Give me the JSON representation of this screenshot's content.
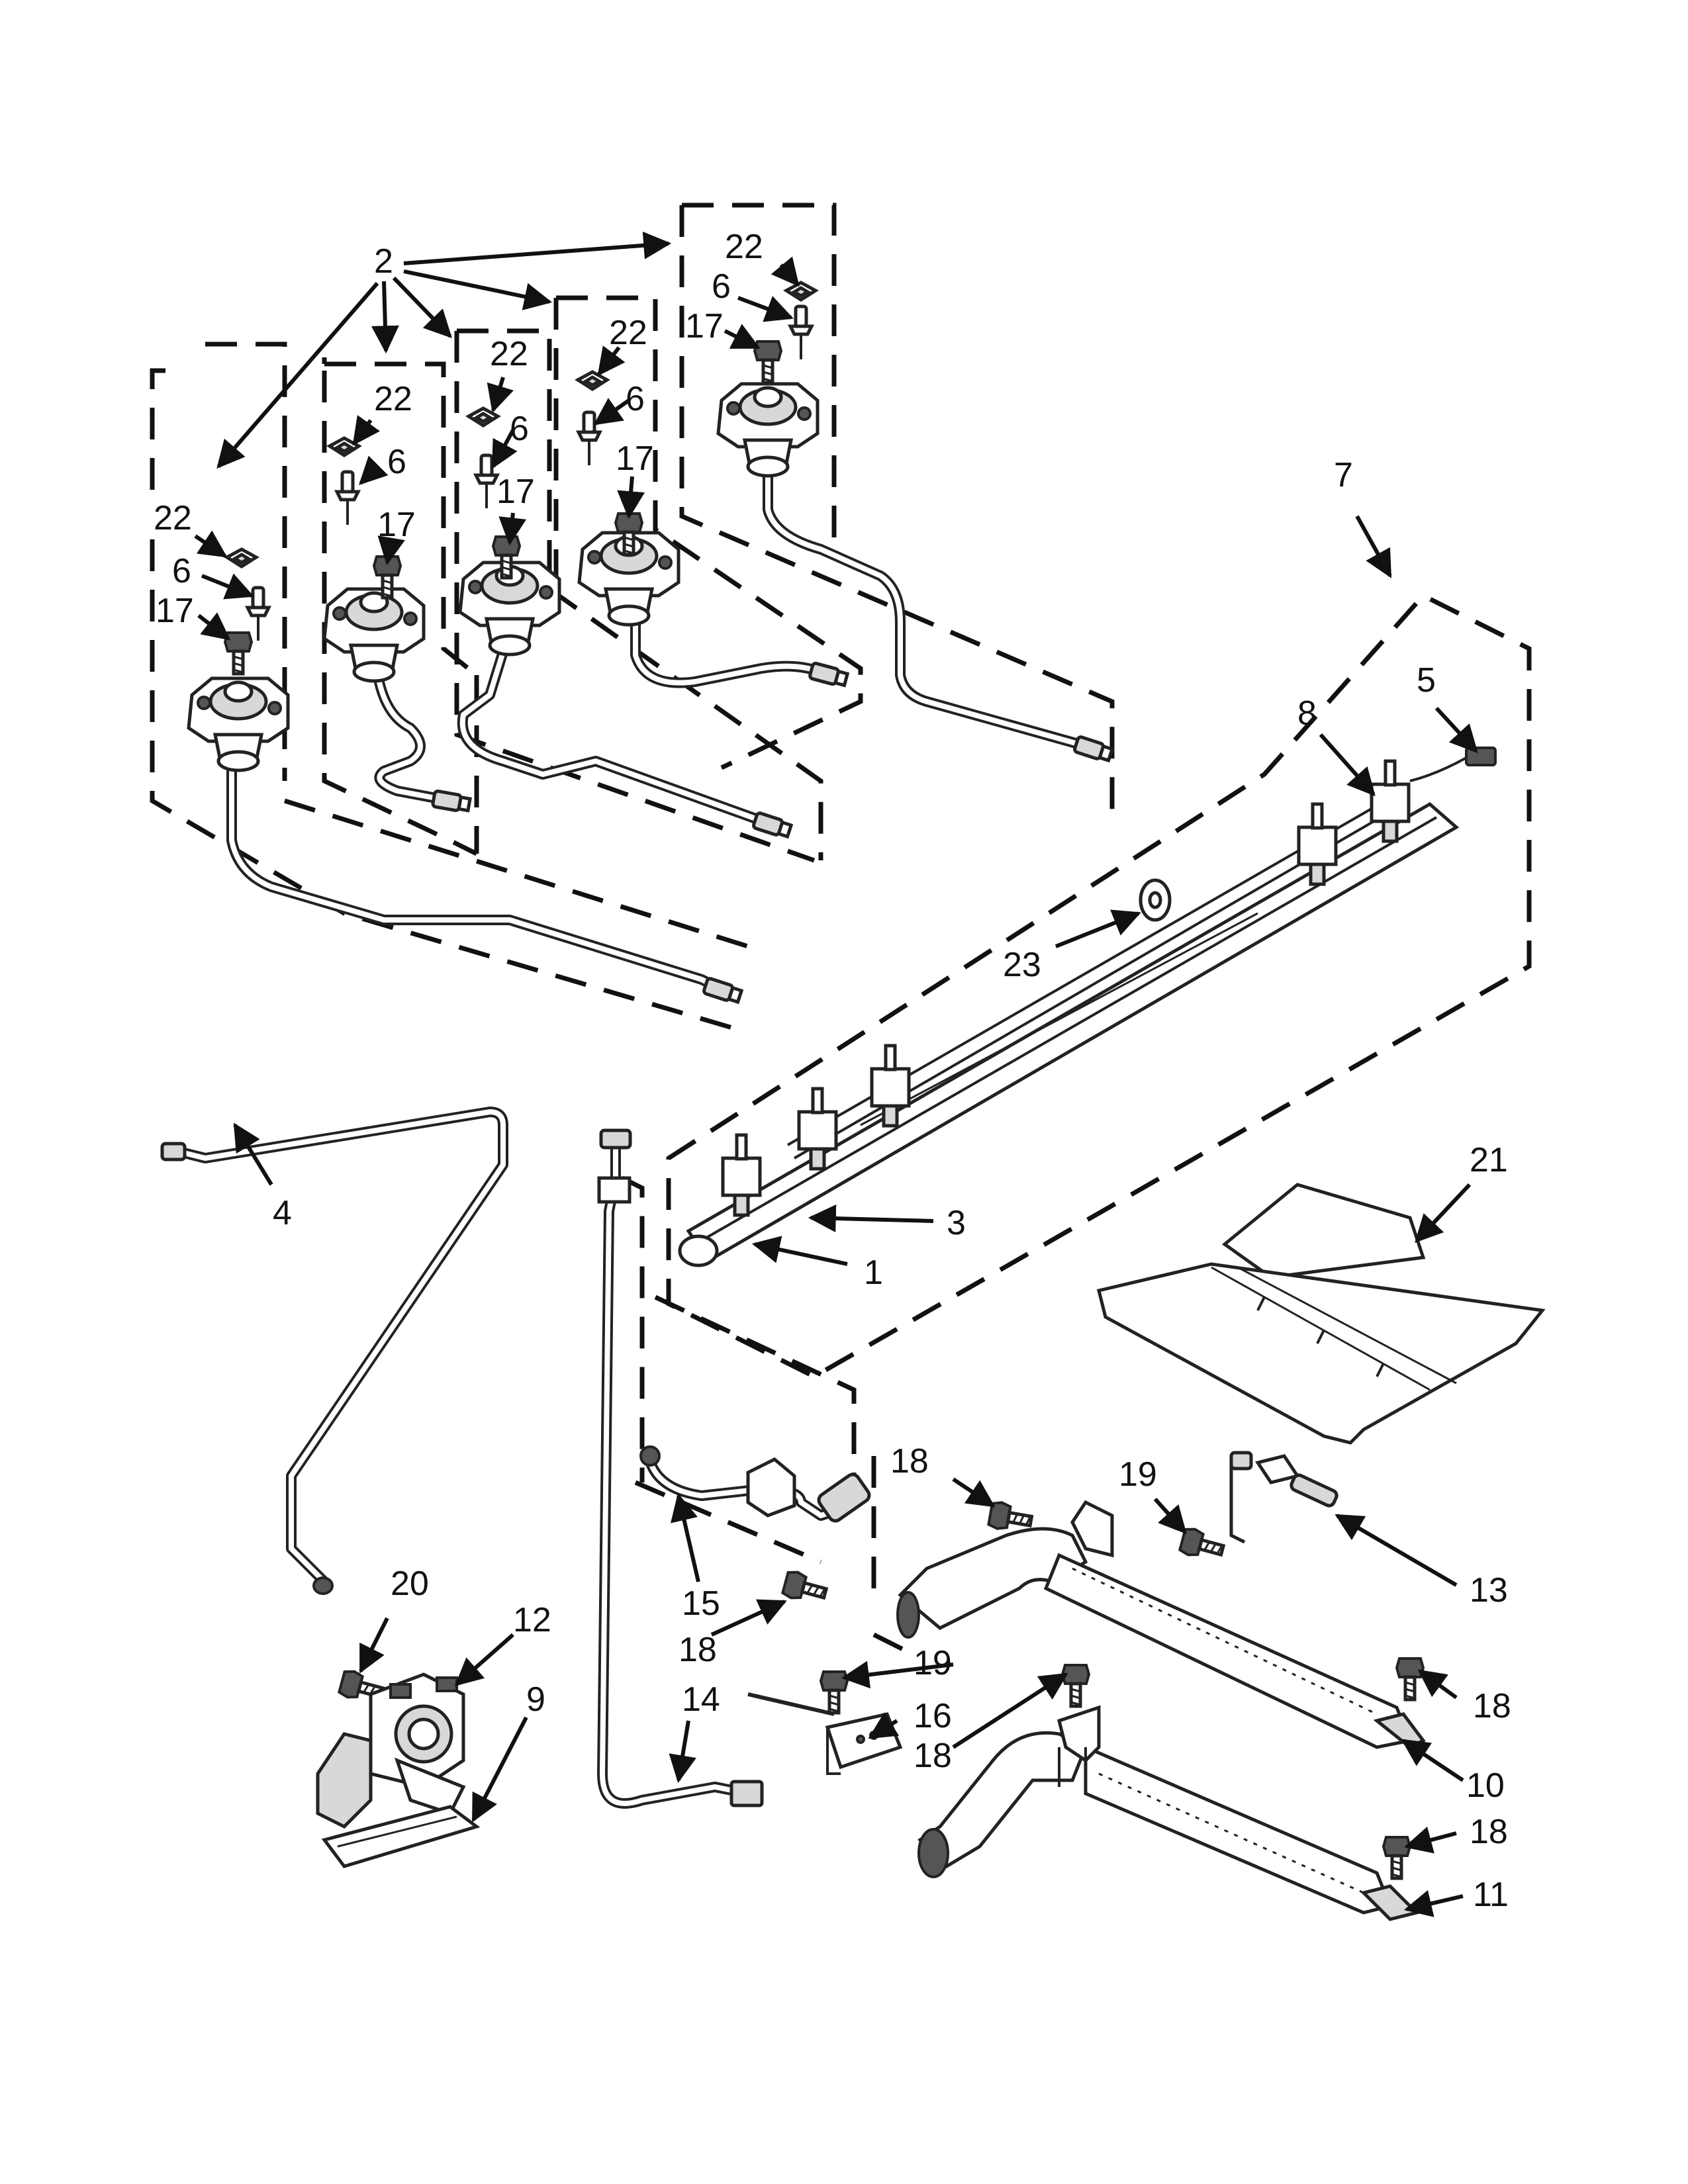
{
  "labels": {
    "l1": "1",
    "l2": "2",
    "l3": "3",
    "l4": "4",
    "l5": "5",
    "l6a": "6",
    "l6b": "6",
    "l6c": "6",
    "l6d": "6",
    "l6e": "6",
    "l7": "7",
    "l8": "8",
    "l9": "9",
    "l10": "10",
    "l11": "11",
    "l12": "12",
    "l13": "13",
    "l14": "14",
    "l15": "15",
    "l16": "16",
    "l17a": "17",
    "l17b": "17",
    "l17c": "17",
    "l17d": "17",
    "l17e": "17",
    "l18a": "18",
    "l18b": "18",
    "l18c": "18",
    "l18d": "18",
    "l18e": "18",
    "l19a": "19",
    "l19b": "19",
    "l20": "20",
    "l21": "21",
    "l22a": "22",
    "l22b": "22",
    "l22c": "22",
    "l22d": "22",
    "l22e": "22",
    "l23": "23"
  }
}
